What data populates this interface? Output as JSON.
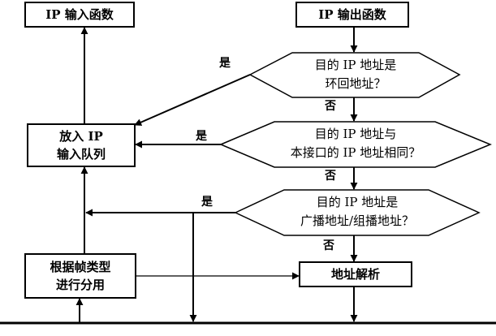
{
  "boxes": {
    "ip_input": "IP 输入函数",
    "ip_output": "IP 输出函数",
    "enqueue_line1": "放入 IP",
    "enqueue_line2": "输入队列",
    "frame_dispatch_line1": "根据帧类型",
    "frame_dispatch_line2": "进行分用",
    "addr_resolve": "地址解析"
  },
  "decisions": {
    "loopback_line1": "目的 IP 地址是",
    "loopback_line2": "环回地址？",
    "same_iface_line1": "目的 IP 地址与",
    "same_iface_line2": "本接口的 IP 地址相同？",
    "bcast_line1": "目的 IP 地址是",
    "bcast_line2": "广播地址/组播地址？"
  },
  "labels": {
    "yes": "是",
    "no": "否"
  }
}
